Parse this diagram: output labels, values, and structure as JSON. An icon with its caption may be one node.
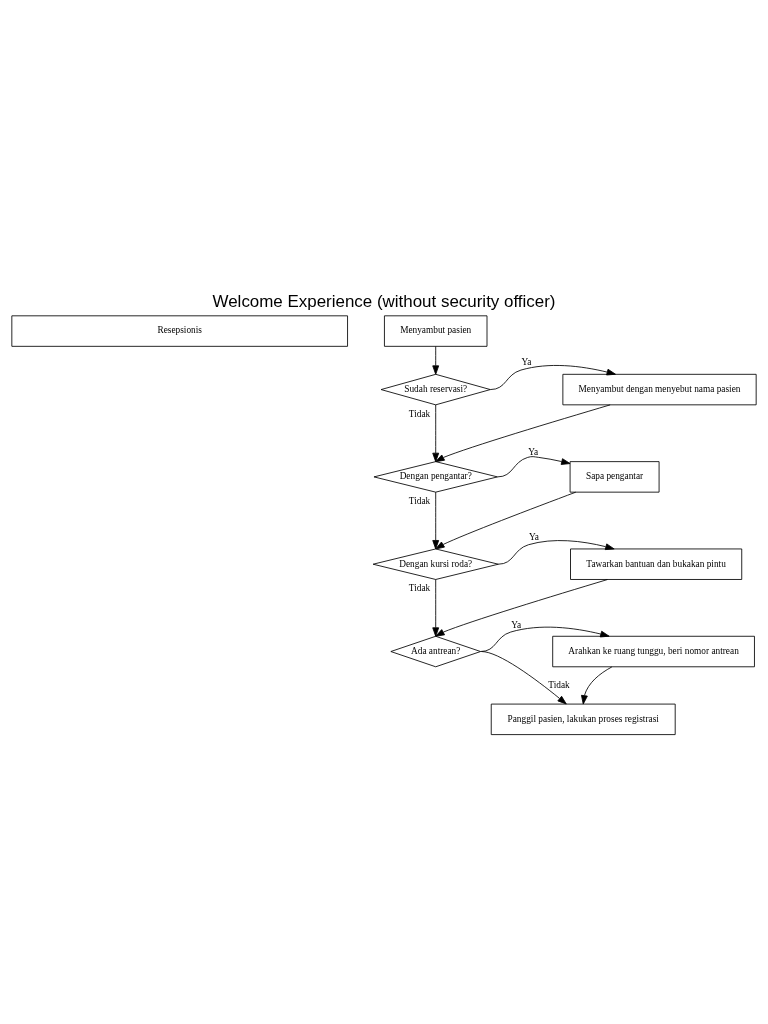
{
  "diagram": {
    "title": "Welcome Experience (without security officer)",
    "nodes": [
      {
        "text": [
          "Resepsionis"
        ]
      },
      {
        "text": [
          "Menyambut pasien"
        ]
      },
      {
        "text": [
          "Sudah reservasi?"
        ]
      },
      {
        "text": [
          "Menyambut dengan menyebut nama pasien"
        ]
      },
      {
        "text": [
          "Dengan pengantar?"
        ]
      },
      {
        "text": [
          "Sapa pengantar"
        ]
      },
      {
        "text": [
          "Dengan kursi roda?"
        ]
      },
      {
        "text": [
          "Tawarkan bantuan dan bukakan pintu"
        ]
      },
      {
        "text": [
          "Ada antrean?"
        ]
      },
      {
        "text": [
          "Arahkan ke ruang tunggu, beri nomor antrean"
        ]
      },
      {
        "text": [
          "Panggil pasien, lakukan proses registrasi"
        ]
      }
    ],
    "edges": [
      {
        "from": 1,
        "to": 2,
        "arrow": "to"
      },
      {
        "from": 2,
        "to": 3,
        "arrow": "to",
        "label": "Ya"
      },
      {
        "from": 2,
        "to": 4,
        "arrow": "to",
        "label": "Tidak"
      },
      {
        "from": 3,
        "to": 4,
        "arrow": "to"
      },
      {
        "from": 4,
        "to": 5,
        "arrow": "to",
        "label": "Ya"
      },
      {
        "from": 4,
        "to": 6,
        "arrow": "to",
        "label": "Tidak"
      },
      {
        "from": 5,
        "to": 6,
        "arrow": "to"
      },
      {
        "from": 6,
        "to": 7,
        "arrow": "to",
        "label": "Ya"
      },
      {
        "from": 6,
        "to": 8,
        "arrow": "to",
        "label": "Tidak"
      },
      {
        "from": 7,
        "to": 8,
        "arrow": "to"
      },
      {
        "from": 8,
        "to": 9,
        "arrow": "to",
        "label": "Ya"
      },
      {
        "from": 8,
        "to": 10,
        "arrow": "to",
        "label": "Tidak"
      },
      {
        "from": 9,
        "to": 10,
        "arrow": "to"
      }
    ]
  }
}
